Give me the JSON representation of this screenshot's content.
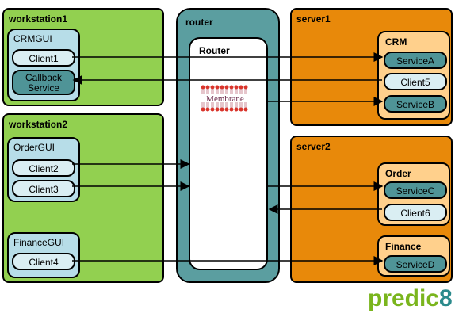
{
  "workstation1": {
    "title": "workstation1",
    "crmgui": {
      "title": "CRMGUI",
      "client1": "Client1",
      "callback_line1": "Callback",
      "callback_line2": "Service"
    }
  },
  "workstation2": {
    "title": "workstation2",
    "ordergui": {
      "title": "OrderGUI",
      "client2": "Client2",
      "client3": "Client3"
    },
    "financegui": {
      "title": "FinanceGUI",
      "client4": "Client4"
    }
  },
  "router": {
    "title": "router",
    "inner_title": "Router",
    "membrane_logo": "Membrane"
  },
  "server1": {
    "title": "server1",
    "crm": {
      "title": "CRM",
      "serviceA": "ServiceA",
      "client5": "Client5",
      "serviceB": "ServiceB"
    }
  },
  "server2": {
    "title": "server2",
    "order": {
      "title": "Order",
      "serviceC": "ServiceC",
      "client6": "Client6"
    },
    "finance": {
      "title": "Finance",
      "serviceD": "ServiceD"
    }
  },
  "brand": {
    "part1": "predic",
    "part2": "8"
  },
  "colors": {
    "workstation": "#92d050",
    "server": "#e8890a",
    "router": "#5b9ea0",
    "client_light": "#daeef3",
    "service_dark": "#4f9497"
  }
}
